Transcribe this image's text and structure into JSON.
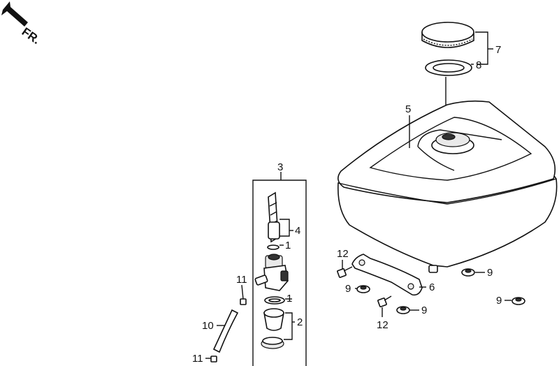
{
  "direction": {
    "label": "FR."
  },
  "callouts": {
    "c1a": "1",
    "c1b": "1",
    "c2": "2",
    "c3": "3",
    "c4": "4",
    "c5": "5",
    "c6": "6",
    "c7": "7",
    "c8": "8",
    "c9a": "9",
    "c9b": "9",
    "c9c": "9",
    "c9d": "9",
    "c10": "10",
    "c11a": "11",
    "c11b": "11",
    "c12a": "12",
    "c12b": "12"
  }
}
